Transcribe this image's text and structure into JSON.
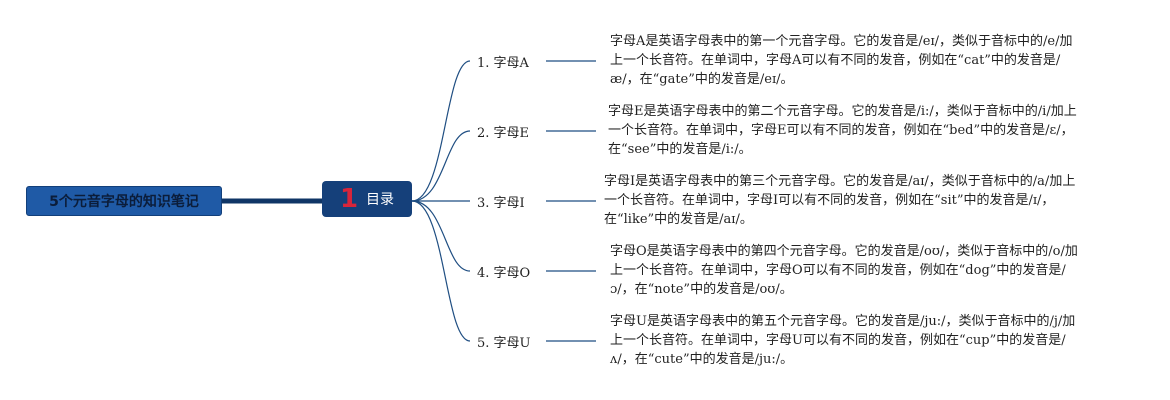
{
  "root": {
    "label": "5个元音字母的知识笔记"
  },
  "hub": {
    "number": "1",
    "label": "目录"
  },
  "branches": [
    {
      "label": "1. 字母A",
      "note": [
        "字母A是英语字母表中的第一个元音字母。它的发音是/eɪ/，类似于音标中的/e/加",
        "上一个长音符。在单词中，字母A可以有不同的发音，例如在“cat”中的发音是/",
        "æ/，在“gate”中的发音是/eɪ/。"
      ]
    },
    {
      "label": "2. 字母E",
      "note": [
        "字母E是英语字母表中的第二个元音字母。它的发音是/i:/，类似于音标中的/i/加上",
        "一个长音符。在单词中，字母E可以有不同的发音，例如在“bed”中的发音是/ɛ/，",
        "在“see”中的发音是/i:/。"
      ]
    },
    {
      "label": "3. 字母I",
      "note": [
        "字母I是英语字母表中的第三个元音字母。它的发音是/aɪ/，类似于音标中的/a/加上",
        "一个长音符。在单词中，字母I可以有不同的发音，例如在“sit”中的发音是/ɪ/，",
        "在“like”中的发音是/aɪ/。"
      ]
    },
    {
      "label": "4. 字母O",
      "note": [
        "字母O是英语字母表中的第四个元音字母。它的发音是/oʊ/，类似于音标中的/o/加",
        "上一个长音符。在单词中，字母O可以有不同的发音，例如在“dog”中的发音是/",
        "ɔ/，在“note”中的发音是/oʊ/。"
      ]
    },
    {
      "label": "5. 字母U",
      "note": [
        "字母U是英语字母表中的第五个元音字母。它的发音是/ju:/，类似于音标中的/j/加",
        "上一个长音符。在单词中，字母U可以有不同的发音，例如在“cup”中的发音是/",
        "ʌ/，在“cute”中的发音是/ju:/。"
      ]
    }
  ],
  "colors": {
    "trunk": "#0f3566",
    "branch": "#1f4e82",
    "root_fill": "#1f5aa6",
    "hub_fill": "#15407a",
    "hub_number": "#d8253b"
  }
}
